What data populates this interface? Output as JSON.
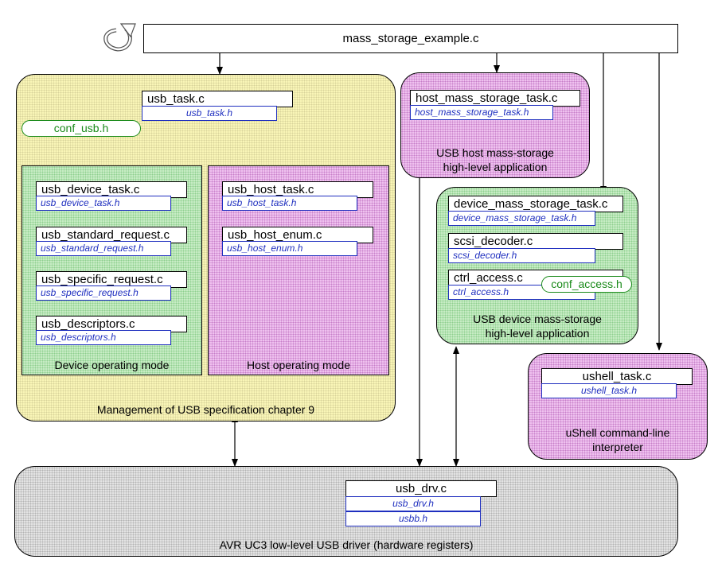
{
  "main_file": "mass_storage_example.c",
  "usb_mgmt": {
    "task_c": "usb_task.c",
    "task_h": "usb_task.h",
    "conf": "conf_usb.h",
    "label": "Management of USB specification chapter 9",
    "device_mode": {
      "label": "Device operating mode",
      "files": [
        {
          "c": "usb_device_task.c",
          "h": "usb_device_task.h"
        },
        {
          "c": "usb_standard_request.c",
          "h": "usb_standard_request.h"
        },
        {
          "c": "usb_specific_request.c",
          "h": "usb_specific_request.h"
        },
        {
          "c": "usb_descriptors.c",
          "h": "usb_descriptors.h"
        }
      ]
    },
    "host_mode": {
      "label": "Host operating mode",
      "files": [
        {
          "c": "usb_host_task.c",
          "h": "usb_host_task.h"
        },
        {
          "c": "usb_host_enum.c",
          "h": "usb_host_enum.h"
        }
      ]
    }
  },
  "host_app": {
    "c": "host_mass_storage_task.c",
    "h": "host_mass_storage_task.h",
    "label_line1": "USB host mass-storage",
    "label_line2": "high-level application"
  },
  "device_app": {
    "files": [
      {
        "c": "device_mass_storage_task.c",
        "h": "device_mass_storage_task.h"
      },
      {
        "c": "scsi_decoder.c",
        "h": "scsi_decoder.h"
      },
      {
        "c": "ctrl_access.c",
        "h": "ctrl_access.h"
      }
    ],
    "conf": "conf_access.h",
    "label_line1": "USB device mass-storage",
    "label_line2": "high-level application"
  },
  "ushell": {
    "c": "ushell_task.c",
    "h": "ushell_task.h",
    "label_line1": "uShell command-line",
    "label_line2": "interpreter"
  },
  "driver": {
    "c": "usb_drv.c",
    "h1": "usb_drv.h",
    "h2": "usbb.h",
    "label": "AVR UC3 low-level USB driver (hardware registers)"
  },
  "colors": {
    "header_text": "#1f2fbf",
    "config_text": "#1a8a1a",
    "yellow_region": "#f9f5b7",
    "green_region": "#c7ecc4",
    "pink_region": "#efc1ef",
    "grey_region": "#e3e3e3"
  }
}
